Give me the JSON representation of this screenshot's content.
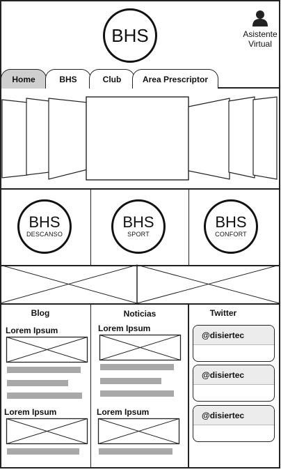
{
  "header": {
    "logo_text": "BHS",
    "assistant_label": "Asistente Virtual",
    "assistant_icon": "user-icon"
  },
  "tabs": [
    {
      "label": "Home",
      "active": true
    },
    {
      "label": "BHS",
      "active": false
    },
    {
      "label": "Club",
      "active": false
    },
    {
      "label": "Area Prescriptor",
      "active": false
    }
  ],
  "brands": [
    {
      "name": "BHS",
      "sub": "DESCANSO"
    },
    {
      "name": "BHS",
      "sub": "SPORT"
    },
    {
      "name": "BHS",
      "sub": "CONFORT"
    }
  ],
  "columns": {
    "blog": {
      "title": "Blog",
      "items": [
        {
          "title": "Lorem Ipsum"
        },
        {
          "title": "Lorem Ipsum"
        }
      ]
    },
    "news": {
      "title": "Noticias",
      "items": [
        {
          "title": "Lorem Ipsum"
        },
        {
          "title": "Lorem Ipsum"
        }
      ]
    },
    "twitter": {
      "title": "Twitter",
      "cards": [
        {
          "handle": "@disiertec"
        },
        {
          "handle": "@disiertec"
        },
        {
          "handle": "@disiertec"
        }
      ]
    }
  },
  "colors": {
    "active_tab": "#cfcfcf",
    "placeholder_bar": "#a8a8a8",
    "border": "#222222"
  }
}
